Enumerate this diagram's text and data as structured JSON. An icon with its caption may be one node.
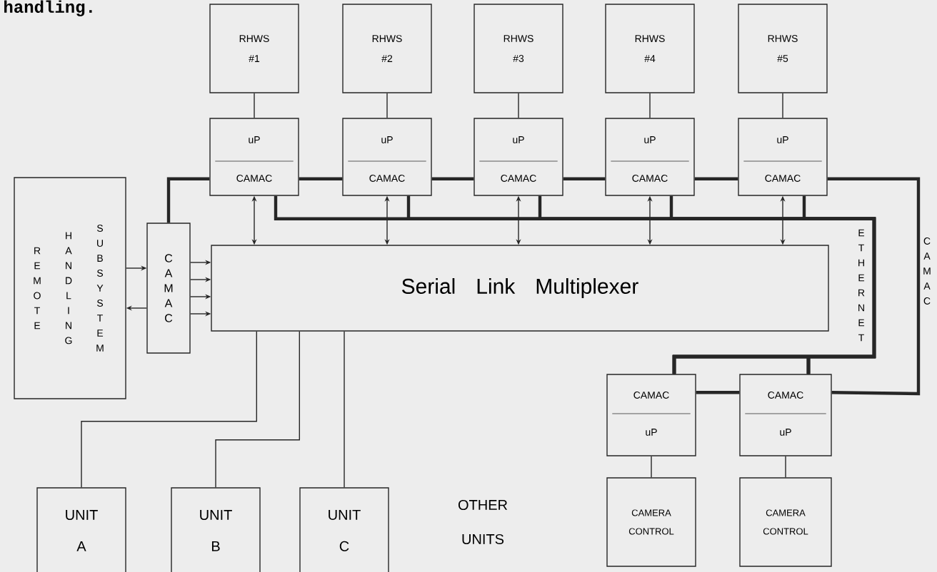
{
  "diagram": {
    "nodes": [
      {
        "text": [
          "RHWS #1"
        ]
      },
      {
        "text": [
          "RHWS #2"
        ]
      },
      {
        "text": [
          "RHWS #3"
        ]
      },
      {
        "text": [
          "RHWS #4"
        ]
      },
      {
        "text": [
          "RHWS #5"
        ]
      },
      {
        "text": [
          "uP",
          "CAMAC"
        ]
      },
      {
        "text": [
          "uP",
          "CAMAC"
        ]
      },
      {
        "text": [
          "uP",
          "CAMAC"
        ]
      },
      {
        "text": [
          "uP",
          "CAMAC"
        ]
      },
      {
        "text": [
          "uP",
          "CAMAC"
        ]
      },
      {
        "text": [
          "REMOTE",
          "HANDLING",
          "SUBSYSTEM"
        ]
      },
      {
        "text": [
          "CAMAC"
        ]
      },
      {
        "text": [
          "Serial Link Multiplexer"
        ]
      },
      {
        "text": [
          "CAMAC",
          "uP"
        ]
      },
      {
        "text": [
          "CAMAC",
          "uP"
        ]
      },
      {
        "text": [
          "CAMERA CONTROL"
        ]
      },
      {
        "text": [
          "CAMERA CONTROL"
        ]
      },
      {
        "text": [
          "UNIT A"
        ]
      },
      {
        "text": [
          "UNIT B"
        ]
      },
      {
        "text": [
          "UNIT C"
        ]
      }
    ],
    "edges": [
      {
        "from": 0,
        "to": 5,
        "arrow": "none"
      },
      {
        "from": 1,
        "to": 6,
        "arrow": "none"
      },
      {
        "from": 2,
        "to": 7,
        "arrow": "none"
      },
      {
        "from": 3,
        "to": 8,
        "arrow": "none"
      },
      {
        "from": 4,
        "to": 9,
        "arrow": "none"
      },
      {
        "from": 5,
        "to": 12,
        "arrow": "both"
      },
      {
        "from": 6,
        "to": 12,
        "arrow": "both"
      },
      {
        "from": 7,
        "to": 12,
        "arrow": "both"
      },
      {
        "from": 8,
        "to": 12,
        "arrow": "both"
      },
      {
        "from": 9,
        "to": 12,
        "arrow": "both"
      },
      {
        "from": 11,
        "to": 5,
        "arrow": "none",
        "style": "thick"
      },
      {
        "from": 5,
        "to": 6,
        "arrow": "none",
        "style": "thick"
      },
      {
        "from": 6,
        "to": 7,
        "arrow": "none",
        "style": "thick"
      },
      {
        "from": 7,
        "to": 8,
        "arrow": "none",
        "style": "thick"
      },
      {
        "from": 8,
        "to": 9,
        "arrow": "none",
        "style": "thick"
      },
      {
        "from": 9,
        "to": 14,
        "arrow": "none",
        "style": "thick"
      },
      {
        "from": 13,
        "to": 14,
        "arrow": "none",
        "style": "thick"
      },
      {
        "from": 5,
        "to": 13,
        "arrow": "none",
        "style": "thick"
      },
      {
        "from": 5,
        "to": 14,
        "arrow": "none",
        "style": "thick"
      },
      {
        "from": 6,
        "to": 13,
        "arrow": "none",
        "style": "thick"
      },
      {
        "from": 6,
        "to": 14,
        "arrow": "none",
        "style": "thick"
      },
      {
        "from": 7,
        "to": 13,
        "arrow": "none",
        "style": "thick"
      },
      {
        "from": 7,
        "to": 14,
        "arrow": "none",
        "style": "thick"
      },
      {
        "from": 8,
        "to": 13,
        "arrow": "none",
        "style": "thick"
      },
      {
        "from": 8,
        "to": 14,
        "arrow": "none",
        "style": "thick"
      },
      {
        "from": 9,
        "to": 13,
        "arrow": "none",
        "style": "thick"
      },
      {
        "from": 9,
        "to": 14,
        "arrow": "none",
        "style": "thick"
      },
      {
        "from": 10,
        "to": 11,
        "arrow": "to"
      },
      {
        "from": 11,
        "to": 10,
        "arrow": "to"
      },
      {
        "from": 11,
        "to": 12,
        "arrow": "to"
      },
      {
        "from": 11,
        "to": 12,
        "arrow": "to"
      },
      {
        "from": 11,
        "to": 12,
        "arrow": "to"
      },
      {
        "from": 11,
        "to": 12,
        "arrow": "to"
      },
      {
        "from": 12,
        "to": 17,
        "arrow": "none"
      },
      {
        "from": 12,
        "to": 18,
        "arrow": "none"
      },
      {
        "from": 12,
        "to": 19,
        "arrow": "none"
      },
      {
        "from": 13,
        "to": 15,
        "arrow": "none"
      },
      {
        "from": 14,
        "to": 16,
        "arrow": "none"
      }
    ],
    "labels": [
      "handling.",
      "ETHERNET",
      "CAMAC",
      "OTHER UNITS"
    ]
  }
}
